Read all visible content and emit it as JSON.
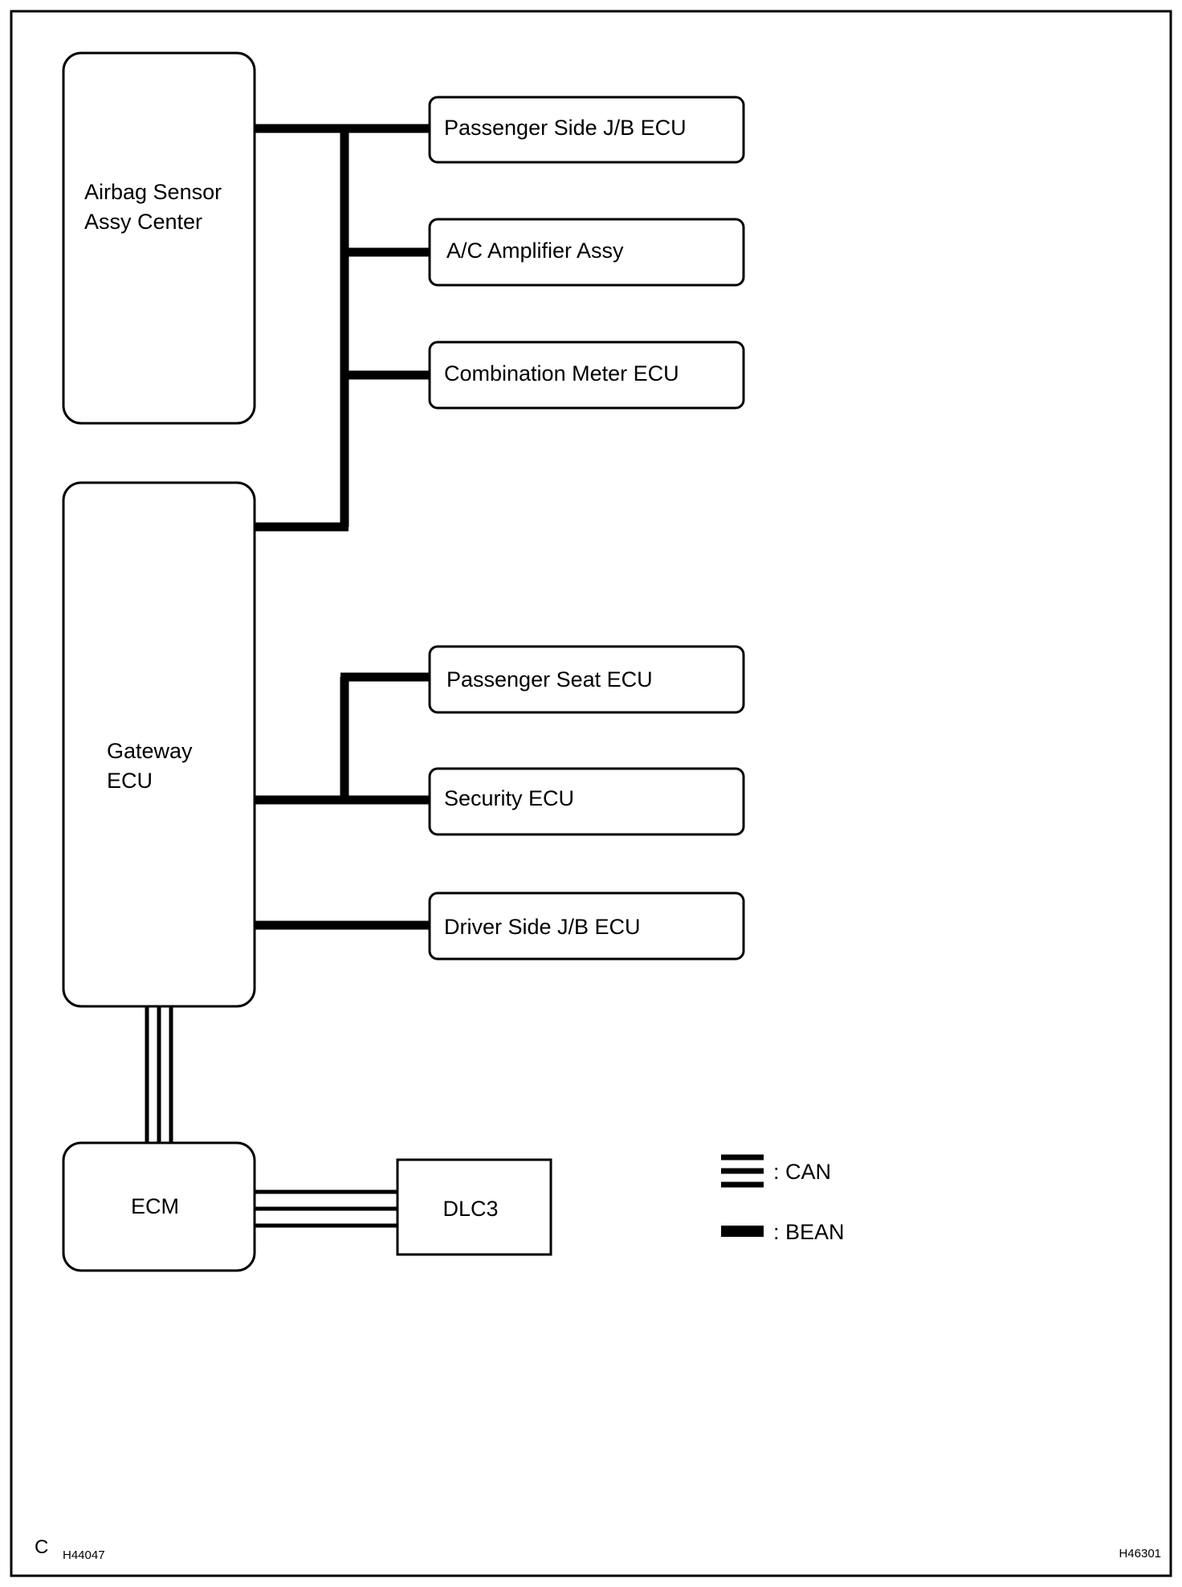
{
  "diagram": {
    "nodes": {
      "airbag": {
        "lines": [
          "Airbag Sensor",
          "Assy Center"
        ]
      },
      "gateway": {
        "lines": [
          "Gateway",
          "ECU"
        ]
      },
      "passenger_jb": {
        "label": "Passenger Side J/B ECU"
      },
      "ac_amp": {
        "label": "A/C Amplifier Assy"
      },
      "combo_meter": {
        "label": "Combination Meter ECU"
      },
      "pass_seat": {
        "label": "Passenger Seat ECU"
      },
      "security": {
        "label": "Security ECU"
      },
      "driver_jb": {
        "label": "Driver Side J/B ECU"
      },
      "ecm": {
        "label": "ECM"
      },
      "dlc3": {
        "label": "DLC3"
      }
    },
    "legend": {
      "can": ": CAN",
      "bean": ": BEAN"
    },
    "footer": {
      "letter": "C",
      "code_left": "H44047",
      "code_right": "H46301"
    }
  }
}
